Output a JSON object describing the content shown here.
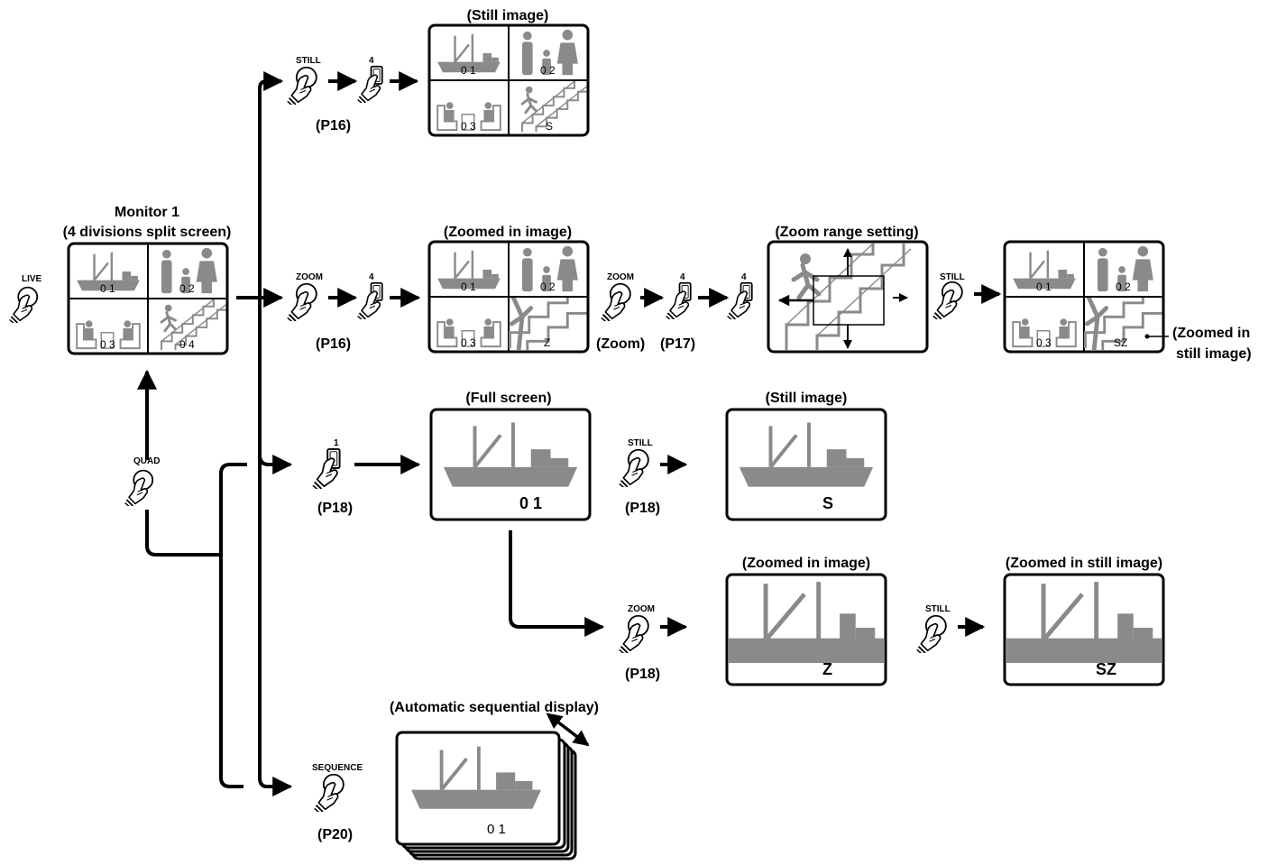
{
  "labels": {
    "still_top": "(Still image)",
    "monitor_line1": "Monitor 1",
    "monitor_line2": "(4 divisions split screen)",
    "zoomed_image": "(Zoomed in image)",
    "zoom_range": "(Zoom range setting)",
    "zoomed_still_line1": "(Zoomed in",
    "zoomed_still_line2": "still image)",
    "full_screen": "(Full screen)",
    "still_image_2": "(Still image)",
    "zoomed_image_2": "(Zoomed in image)",
    "zoomed_still_2": "(Zoomed in still image)",
    "auto_seq": "(Automatic sequential display)"
  },
  "buttons": {
    "live": "LIVE",
    "quad": "QUAD",
    "still": "STILL",
    "zoom": "ZOOM",
    "sequence": "SEQUENCE",
    "key4": "4",
    "key1": "1"
  },
  "refs": {
    "p16": "(P16)",
    "p17": "(P17)",
    "p18": "(P18)",
    "p20": "(P20)",
    "zoom": "(Zoom)"
  },
  "screen_marks": {
    "cam1": "0 1",
    "cam2": "0 2",
    "cam3": "0 3",
    "cam4": "0 4",
    "still": "S",
    "zoom": "Z",
    "still_zoom": "SZ",
    "full_cam": "0 1"
  },
  "colors": {
    "line": "#000000",
    "figure_gray": "#8a8a8a",
    "background": "#ffffff"
  }
}
